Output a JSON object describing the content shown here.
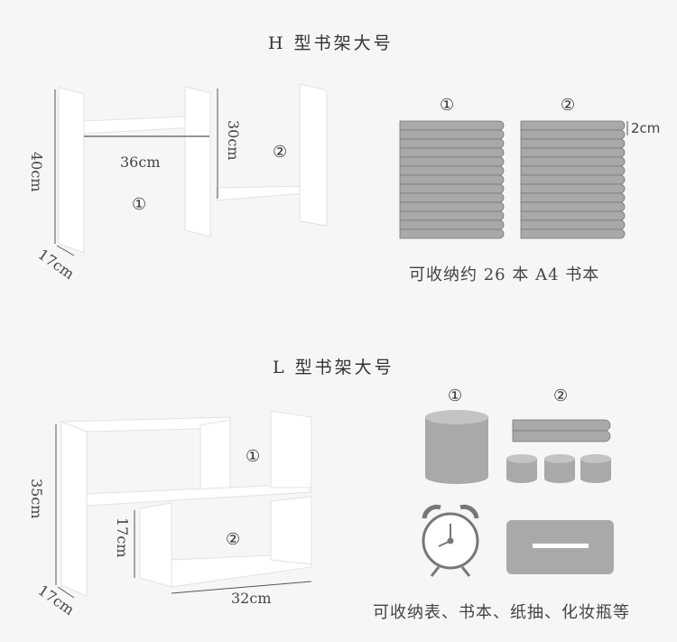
{
  "section_h": {
    "title": "H 型书架大号",
    "dim_height": "40cm",
    "dim_depth": "17cm",
    "dim_width": "36cm",
    "dim_upper": "30cm",
    "marker_1": "①",
    "marker_2": "②",
    "books_marker_1": "①",
    "books_marker_2": "②",
    "book_thickness": "2cm",
    "caption": "可收纳约 26 本 A4 书本"
  },
  "section_l": {
    "title": "L 型书架大号",
    "dim_height": "35cm",
    "dim_depth": "17cm",
    "dim_lower": "17cm",
    "dim_width": "32cm",
    "marker_1": "①",
    "marker_2": "②",
    "items_marker_1": "①",
    "items_marker_2": "②",
    "caption": "可收纳表、书本、纸抽、化妆瓶等"
  },
  "colors": {
    "background": "#f6f6f6",
    "panel": "#ffffff",
    "item_gray": "#a9a9a9",
    "line": "#555555"
  }
}
